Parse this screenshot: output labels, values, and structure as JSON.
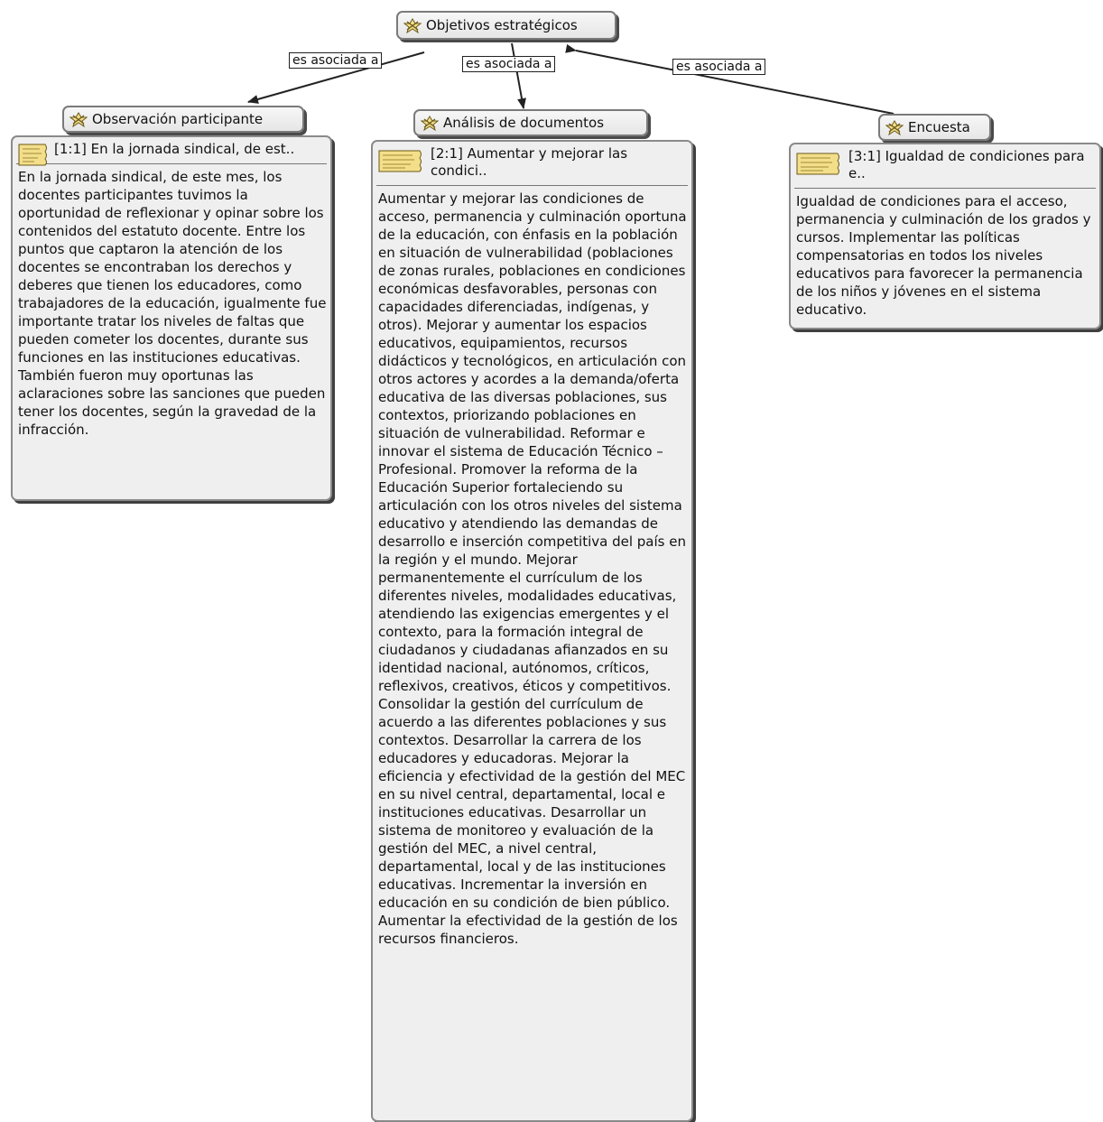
{
  "nodes": {
    "objetivos": {
      "label": "Objetivos estratégicos"
    },
    "observacion": {
      "label": "Observación participante"
    },
    "analisis": {
      "label": "Análisis de documentos"
    },
    "encuesta": {
      "label": "Encuesta"
    }
  },
  "relations": [
    {
      "label": "es asociada a"
    },
    {
      "label": "es asociada a"
    },
    {
      "label": "es asociada a"
    }
  ],
  "quotations": [
    {
      "title": "[1:1] En la jornada sindical, de est..",
      "text": "En la jornada sindical, de este mes, los docentes participantes tuvimos la oportunidad de reflexionar y opinar sobre los contenidos del estatuto docente. Entre los puntos que captaron la atención de los docentes se encontraban los derechos y deberes que tienen los educadores, como trabajadores de la educación, igualmente fue importante tratar los niveles de faltas que pueden cometer los docentes, durante sus funciones en las instituciones educativas. También fueron muy oportunas las aclaraciones sobre las sanciones que pueden tener los docentes, según la gravedad de la infracción."
    },
    {
      "title": "[2:1] Aumentar y mejorar las condici..",
      "text": "Aumentar y mejorar las condiciones de acceso, permanencia y culminación oportuna de la educación, con énfasis en la población en situación de vulnerabilidad (poblaciones de zonas rurales, poblaciones en condiciones económicas desfavorables, personas con capacidades diferenciadas, indígenas, y otros). Mejorar y aumentar los espacios educativos, equipamientos, recursos didácticos y tecnológicos, en articulación con otros actores y acordes a la demanda/oferta educativa de las diversas poblaciones, sus contextos, priorizando poblaciones en situación de vulnerabilidad. Reformar e innovar el sistema de Educación Técnico – Profesional. Promover la reforma de la Educación Superior fortaleciendo su articulación con los otros niveles del sistema educativo y atendiendo las demandas de desarrollo e inserción competitiva del país en la región y el mundo. Mejorar permanentemente el currículum de los diferentes niveles, modalidades educativas, atendiendo las exigencias emergentes y el contexto, para la formación integral de ciudadanos y ciudadanas afianzados en su identidad nacional, autónomos, críticos, reflexivos, creativos, éticos y competitivos. Consolidar la gestión del currículum de acuerdo a las diferentes poblaciones y sus contextos. Desarrollar la carrera de los educadores y educadoras. Mejorar la eficiencia y efectividad de la gestión del MEC en su nivel central, departamental, local e instituciones educativas. Desarrollar un sistema de monitoreo y evaluación de la gestión del MEC, a nivel central, departamental, local y de las instituciones educativas. Incrementar la inversión en educación en su condición de bien público. Aumentar la efectividad de la gestión de los recursos financieros."
    },
    {
      "title": "[3:1] Igualdad de condiciones para e..",
      "text": " Igualdad de condiciones para el acceso, permanencia y culminación de los grados y cursos. Implementar las políticas compensatorias en todos los niveles educativos para favorecer la permanencia de los niños y jóvenes en el sistema educativo."
    }
  ],
  "icons": {
    "code": "code-node-icon",
    "quotation": "quotation-note-icon"
  },
  "colors": {
    "icon_fill": "#f3df8a",
    "icon_stroke": "#6b5a1a",
    "edge": "#222222"
  }
}
